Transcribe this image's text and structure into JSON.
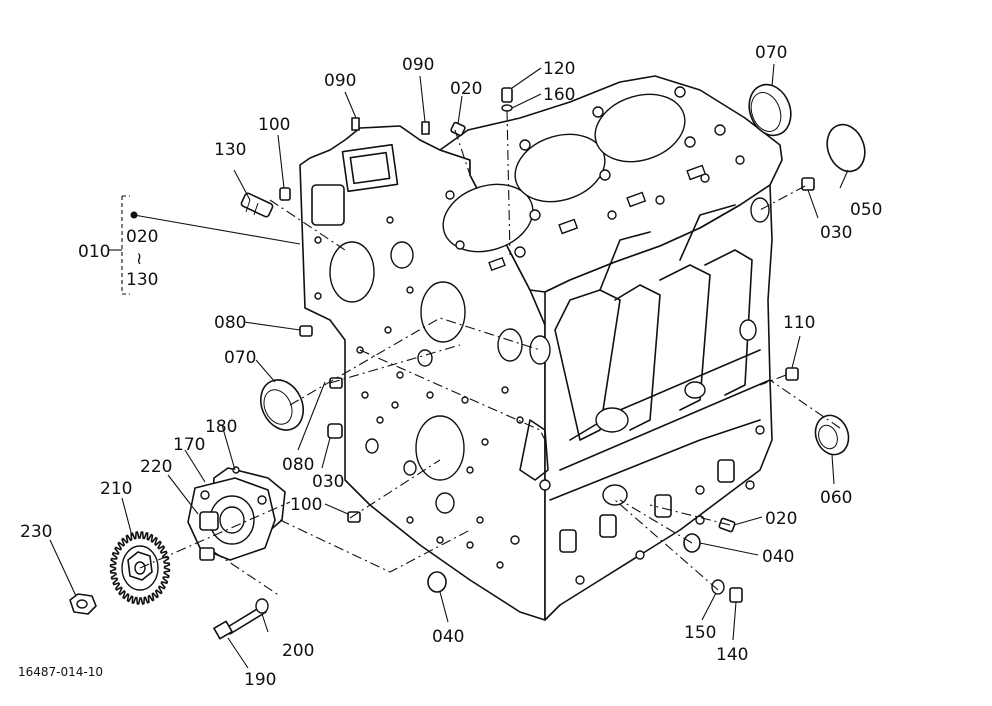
{
  "labels": {
    "p010": "010",
    "p020_group": "020",
    "range_mark": "≀",
    "p130_group": "130",
    "p090a": "090",
    "p090b": "090",
    "p020_top": "020",
    "p120": "120",
    "p160": "160",
    "p070_top": "070",
    "p100_top": "100",
    "p130": "130",
    "p050": "050",
    "p030_right": "030",
    "p080_upper": "080",
    "p070_left": "070",
    "p110": "110",
    "p180": "180",
    "p170": "170",
    "p220": "220",
    "p210": "210",
    "p230": "230",
    "p080_lower": "080",
    "p030_left": "030",
    "p100_lower": "100",
    "p060": "060",
    "p020_bottom": "020",
    "p040_right": "040",
    "p040_left": "040",
    "p150": "150",
    "p140": "140",
    "p200": "200",
    "p190": "190"
  },
  "drawing_code": "16487-014-10"
}
